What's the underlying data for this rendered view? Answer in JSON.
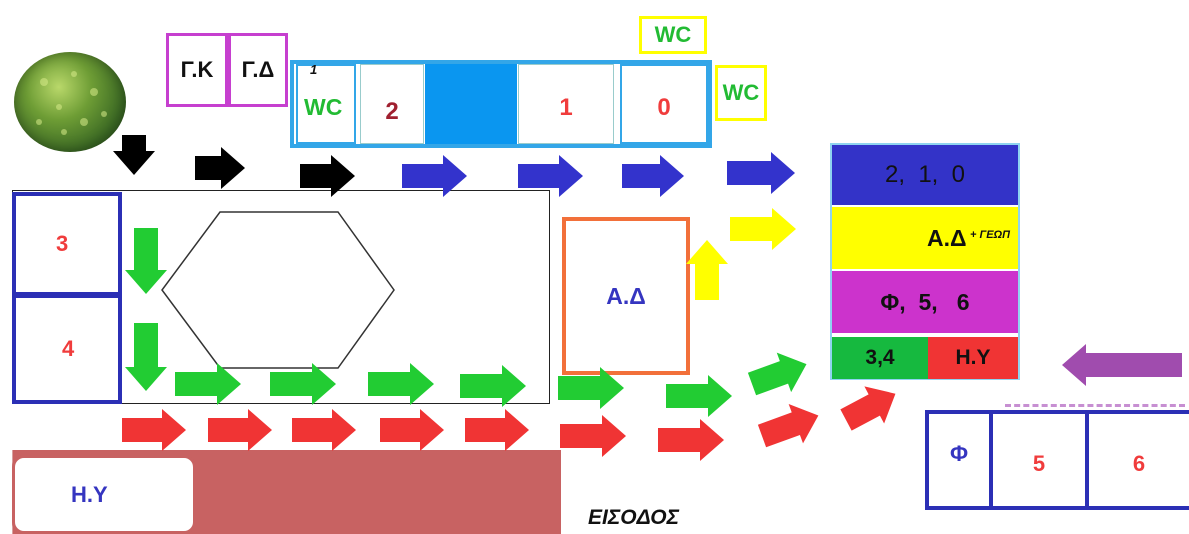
{
  "colors": {
    "blue_box": "#33a6e8",
    "blue_fill": "#0a96f0",
    "navy_border": "#2b2fb5",
    "magenta_border": "#c63fcf",
    "yellow": "#ffff00",
    "orange": "#f2703a",
    "legend_blue": "#3333c8",
    "legend_magenta": "#cc33cc",
    "legend_green": "#16b93f",
    "legend_red": "#f03434",
    "brown_area": "#c86262",
    "green_text": "#22bb33",
    "red_text": "#f03c3c",
    "dark_red_text": "#a02030",
    "blue_text": "#3535c0",
    "arrow_black": "#000000",
    "arrow_blue": "#3333cc",
    "arrow_green": "#22cc33",
    "arrow_red": "#f03434",
    "arrow_yellow": "#ffff00",
    "arrow_purple": "#a04cae"
  },
  "bush_icon": "bush-image",
  "top_labels": {
    "gk": "Γ.Κ",
    "gd": "Γ.Δ",
    "wc_top": "WC",
    "wc_right": "WC"
  },
  "top_rooms": {
    "wc_superscript": "1",
    "wc": "WC",
    "room_2": "2",
    "room_1": "1",
    "room_0": "0"
  },
  "left_rooms": {
    "room_3": "3",
    "room_4": "4"
  },
  "ad_box": "Α.Δ",
  "hy_box": "Η.Υ",
  "entrance": "ΕΙΣΟΔΟΣ",
  "legend": {
    "row1": "2,  1,  0",
    "row2_main": "Α.Δ",
    "row2_sub": "+ ΓΕΩΠ",
    "row3": "Φ,  5,   6",
    "row4_left": "3,4",
    "row4_right": "Η.Υ"
  },
  "bottom_right_rooms": {
    "phi": "Φ",
    "room_5": "5",
    "room_6": "6"
  }
}
